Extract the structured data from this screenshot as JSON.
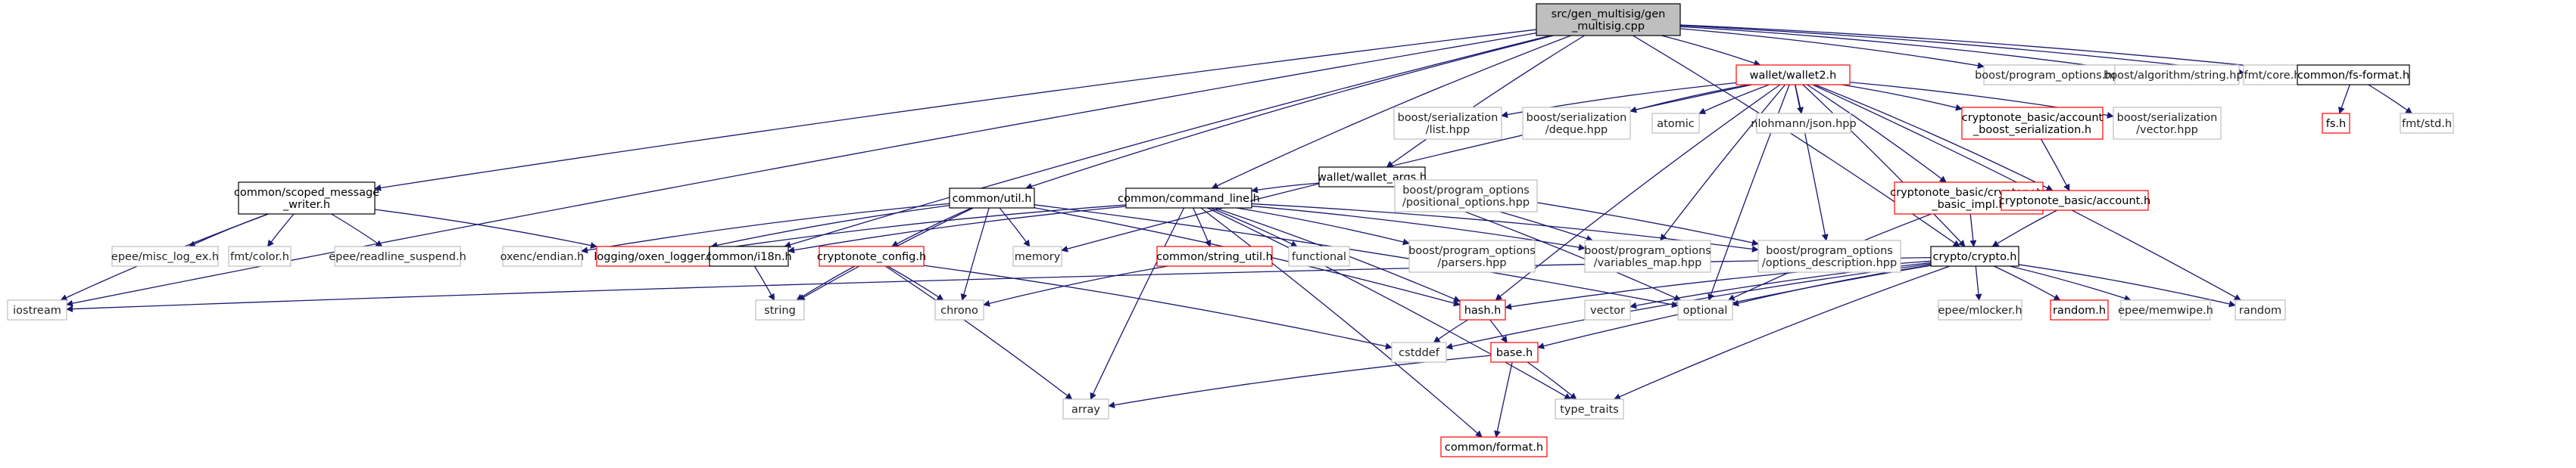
{
  "diagram": {
    "colors": {
      "edge": "#191970",
      "root_fill": "#bfbfbf",
      "root_border": "#000000",
      "documented_border": "#000000",
      "incomplete_border": "#ff0000",
      "external_border": "#bfbfbf",
      "background": "#ffffff"
    },
    "nodes": {
      "root": {
        "lines": [
          "src/gen_multisig/gen",
          "_multisig.cpp"
        ],
        "kind": "root"
      },
      "wallet2": {
        "lines": [
          "wallet/wallet2.h"
        ],
        "kind": "incomplete"
      },
      "bpo_hpp": {
        "lines": [
          "boost/program_options.hpp"
        ],
        "kind": "external"
      },
      "balgo_str": {
        "lines": [
          "boost/algorithm/string.hpp"
        ],
        "kind": "external"
      },
      "fmt_core": {
        "lines": [
          "fmt/core.h"
        ],
        "kind": "external"
      },
      "fs_format": {
        "lines": [
          "common/fs-format.h"
        ],
        "kind": "documented"
      },
      "fs_h": {
        "lines": [
          "fs.h"
        ],
        "kind": "incomplete"
      },
      "fmt_std": {
        "lines": [
          "fmt/std.h"
        ],
        "kind": "external"
      },
      "bser_list": {
        "lines": [
          "boost/serialization",
          "/list.hpp"
        ],
        "kind": "external"
      },
      "bser_deque": {
        "lines": [
          "boost/serialization",
          "/deque.hpp"
        ],
        "kind": "external"
      },
      "atomic": {
        "lines": [
          "atomic"
        ],
        "kind": "external"
      },
      "nlohmann": {
        "lines": [
          "nlohmann/json.hpp"
        ],
        "kind": "external"
      },
      "acct_boost_ser": {
        "lines": [
          "cryptonote_basic/account",
          "_boost_serialization.h"
        ],
        "kind": "incomplete"
      },
      "bser_vector": {
        "lines": [
          "boost/serialization",
          "/vector.hpp"
        ],
        "kind": "external"
      },
      "wallet_args": {
        "lines": [
          "wallet/wallet_args.h"
        ],
        "kind": "documented"
      },
      "bpo_positional": {
        "lines": [
          "boost/program_options",
          "/positional_options.hpp"
        ],
        "kind": "external"
      },
      "cn_basic_impl": {
        "lines": [
          "cryptonote_basic/cryptonote",
          "_basic_impl.h"
        ],
        "kind": "incomplete"
      },
      "cn_account": {
        "lines": [
          "cryptonote_basic/account.h"
        ],
        "kind": "incomplete"
      },
      "scoped_msg": {
        "lines": [
          "common/scoped_message",
          "_writer.h"
        ],
        "kind": "documented"
      },
      "util_h": {
        "lines": [
          "common/util.h"
        ],
        "kind": "documented"
      },
      "cmd_line": {
        "lines": [
          "common/command_line.h"
        ],
        "kind": "documented"
      },
      "memory": {
        "lines": [
          "memory"
        ],
        "kind": "external"
      },
      "functional": {
        "lines": [
          "functional"
        ],
        "kind": "external"
      },
      "bpo_parsers": {
        "lines": [
          "boost/program_options",
          "/parsers.hpp"
        ],
        "kind": "external"
      },
      "bpo_varmap": {
        "lines": [
          "boost/program_options",
          "/variables_map.hpp"
        ],
        "kind": "external"
      },
      "bpo_optdesc": {
        "lines": [
          "boost/program_options",
          "/options_description.hpp"
        ],
        "kind": "external"
      },
      "crypto_h": {
        "lines": [
          "crypto/crypto.h"
        ],
        "kind": "documented"
      },
      "epee_misc": {
        "lines": [
          "epee/misc_log_ex.h"
        ],
        "kind": "external"
      },
      "fmt_color": {
        "lines": [
          "fmt/color.h"
        ],
        "kind": "external"
      },
      "epee_readline": {
        "lines": [
          "epee/readline_suspend.h"
        ],
        "kind": "external"
      },
      "oxenc_endian": {
        "lines": [
          "oxenc/endian.h"
        ],
        "kind": "external"
      },
      "oxen_logger": {
        "lines": [
          "logging/oxen_logger.h"
        ],
        "kind": "incomplete"
      },
      "i18n": {
        "lines": [
          "common/i18n.h"
        ],
        "kind": "documented"
      },
      "cn_config": {
        "lines": [
          "cryptonote_config.h"
        ],
        "kind": "incomplete"
      },
      "string_util": {
        "lines": [
          "common/string_util.h"
        ],
        "kind": "incomplete"
      },
      "iostream": {
        "lines": [
          "iostream"
        ],
        "kind": "external"
      },
      "string": {
        "lines": [
          "string"
        ],
        "kind": "external"
      },
      "chrono": {
        "lines": [
          "chrono"
        ],
        "kind": "external"
      },
      "hash_h": {
        "lines": [
          "hash.h"
        ],
        "kind": "incomplete"
      },
      "vector": {
        "lines": [
          "vector"
        ],
        "kind": "external"
      },
      "optional": {
        "lines": [
          "optional"
        ],
        "kind": "external"
      },
      "epee_mlocker": {
        "lines": [
          "epee/mlocker.h"
        ],
        "kind": "external"
      },
      "random_h": {
        "lines": [
          "random.h"
        ],
        "kind": "incomplete"
      },
      "epee_memwipe": {
        "lines": [
          "epee/memwipe.h"
        ],
        "kind": "external"
      },
      "random": {
        "lines": [
          "random"
        ],
        "kind": "external"
      },
      "cstddef": {
        "lines": [
          "cstddef"
        ],
        "kind": "external"
      },
      "base_h": {
        "lines": [
          "base.h"
        ],
        "kind": "incomplete"
      },
      "array": {
        "lines": [
          "array"
        ],
        "kind": "external"
      },
      "type_traits": {
        "lines": [
          "type_traits"
        ],
        "kind": "external"
      },
      "common_format": {
        "lines": [
          "common/format.h"
        ],
        "kind": "incomplete"
      }
    },
    "edges": [
      [
        "root",
        "wallet2"
      ],
      [
        "root",
        "bpo_hpp"
      ],
      [
        "root",
        "balgo_str"
      ],
      [
        "root",
        "fmt_core"
      ],
      [
        "root",
        "fs_format"
      ],
      [
        "root",
        "wallet_args"
      ],
      [
        "root",
        "scoped_msg"
      ],
      [
        "root",
        "util_h"
      ],
      [
        "root",
        "cmd_line"
      ],
      [
        "root",
        "i18n"
      ],
      [
        "root",
        "iostream"
      ],
      [
        "root",
        "crypto_h"
      ],
      [
        "fs_format",
        "fs_h"
      ],
      [
        "fs_format",
        "fmt_std"
      ],
      [
        "wallet2",
        "bser_list"
      ],
      [
        "wallet2",
        "bser_deque"
      ],
      [
        "wallet2",
        "atomic"
      ],
      [
        "wallet2",
        "nlohmann"
      ],
      [
        "wallet2",
        "acct_boost_ser"
      ],
      [
        "wallet2",
        "bser_vector"
      ],
      [
        "wallet2",
        "cn_basic_impl"
      ],
      [
        "wallet2",
        "cn_account"
      ],
      [
        "wallet2",
        "crypto_h"
      ],
      [
        "wallet2",
        "memory"
      ],
      [
        "wallet2",
        "bpo_varmap"
      ],
      [
        "wallet2",
        "bpo_optdesc"
      ],
      [
        "wallet2",
        "random"
      ],
      [
        "wallet2",
        "optional"
      ],
      [
        "wallet2",
        "hash_h"
      ],
      [
        "acct_boost_ser",
        "cn_account"
      ],
      [
        "cn_account",
        "crypto_h"
      ],
      [
        "cn_basic_impl",
        "crypto_h"
      ],
      [
        "cn_basic_impl",
        "optional"
      ],
      [
        "wallet_args",
        "cmd_line"
      ],
      [
        "wallet_args",
        "bpo_positional"
      ],
      [
        "wallet_args",
        "bpo_varmap"
      ],
      [
        "wallet_args",
        "bpo_optdesc"
      ],
      [
        "wallet_args",
        "optional"
      ],
      [
        "scoped_msg",
        "epee_misc"
      ],
      [
        "scoped_msg",
        "fmt_color"
      ],
      [
        "scoped_msg",
        "epee_readline"
      ],
      [
        "scoped_msg",
        "oxen_logger"
      ],
      [
        "scoped_msg",
        "iostream"
      ],
      [
        "util_h",
        "oxenc_endian"
      ],
      [
        "util_h",
        "oxen_logger"
      ],
      [
        "util_h",
        "cn_config"
      ],
      [
        "util_h",
        "memory"
      ],
      [
        "util_h",
        "chrono"
      ],
      [
        "util_h",
        "string"
      ],
      [
        "util_h",
        "hash_h"
      ],
      [
        "util_h",
        "optional"
      ],
      [
        "cmd_line",
        "oxen_logger"
      ],
      [
        "cmd_line",
        "i18n"
      ],
      [
        "cmd_line",
        "string_util"
      ],
      [
        "cmd_line",
        "functional"
      ],
      [
        "cmd_line",
        "bpo_parsers"
      ],
      [
        "cmd_line",
        "bpo_varmap"
      ],
      [
        "cmd_line",
        "bpo_optdesc"
      ],
      [
        "cmd_line",
        "array"
      ],
      [
        "cmd_line",
        "type_traits"
      ],
      [
        "cmd_line",
        "common_format"
      ],
      [
        "cmd_line",
        "hash_h"
      ],
      [
        "i18n",
        "string"
      ],
      [
        "cn_config",
        "string"
      ],
      [
        "cn_config",
        "chrono"
      ],
      [
        "cn_config",
        "array"
      ],
      [
        "cn_config",
        "cstddef"
      ],
      [
        "string_util",
        "chrono"
      ],
      [
        "crypto_h",
        "iostream"
      ],
      [
        "crypto_h",
        "hash_h"
      ],
      [
        "crypto_h",
        "vector"
      ],
      [
        "crypto_h",
        "optional"
      ],
      [
        "crypto_h",
        "epee_mlocker"
      ],
      [
        "crypto_h",
        "random_h"
      ],
      [
        "crypto_h",
        "epee_memwipe"
      ],
      [
        "crypto_h",
        "random"
      ],
      [
        "crypto_h",
        "cstddef"
      ],
      [
        "crypto_h",
        "base_h"
      ],
      [
        "crypto_h",
        "type_traits"
      ],
      [
        "hash_h",
        "cstddef"
      ],
      [
        "hash_h",
        "base_h"
      ],
      [
        "base_h",
        "array"
      ],
      [
        "base_h",
        "type_traits"
      ],
      [
        "base_h",
        "common_format"
      ]
    ]
  }
}
